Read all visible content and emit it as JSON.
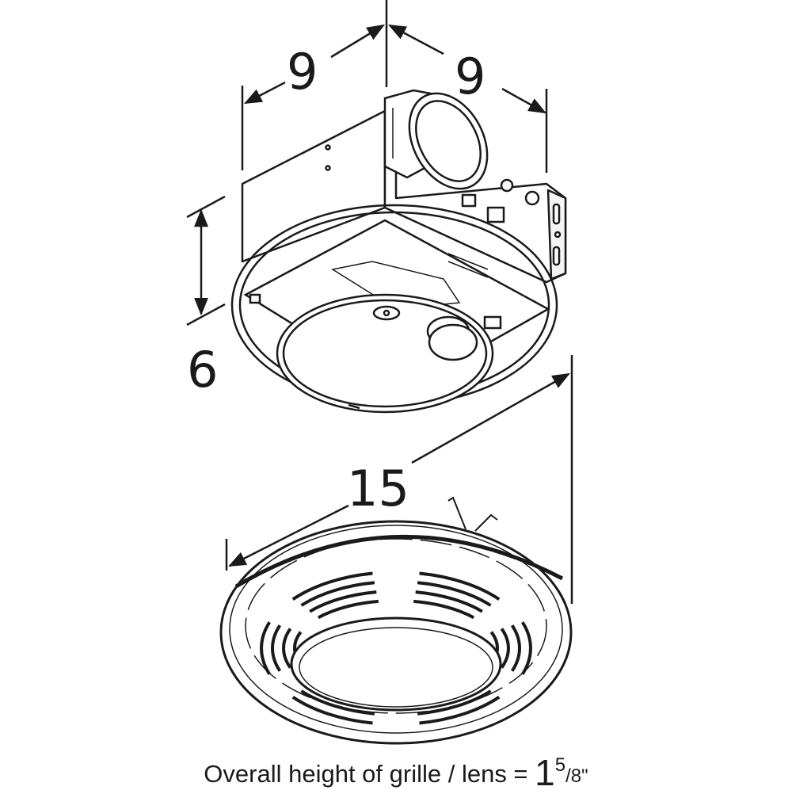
{
  "dimensions": {
    "width_left": "9",
    "width_right": "9",
    "height": "6",
    "grille_diameter": "15"
  },
  "caption": {
    "text": "Overall height of grille / lens =",
    "whole": "1",
    "numerator": "5",
    "slash": "/",
    "denominator": "8",
    "unit": "\""
  },
  "colors": {
    "ink": "#1a1a1a",
    "background": "#ffffff"
  }
}
